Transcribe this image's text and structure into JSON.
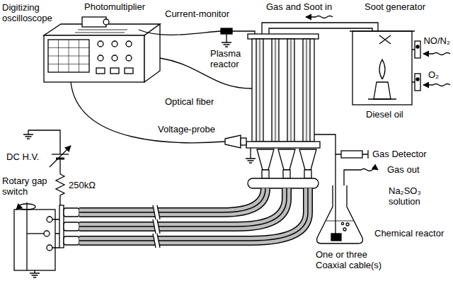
{
  "diagram": {
    "labels": [
      "Digitizing oscilloscope",
      "Photomultiplier",
      "Current-monitor",
      "Gas and Soot in",
      "Soot generator",
      "NO/N₂",
      "O₂",
      "Plasma reactor",
      "Optical fiber",
      "DC H.V.",
      "Voltage-probe",
      "Diesel oil",
      "Gas Detector",
      "Rotary gap switch",
      "250kΩ",
      "Gas out",
      "Na₂SO₃ solution",
      "Chemical reactor",
      "One or three Coaxial cable(s)"
    ]
  }
}
